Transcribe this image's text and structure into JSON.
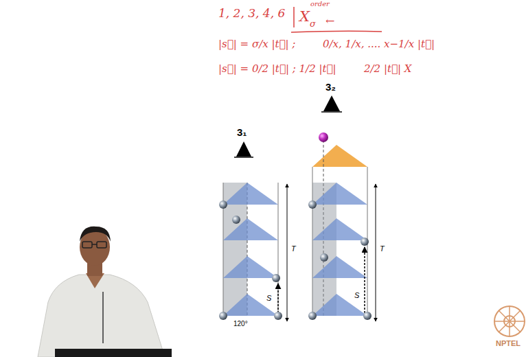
{
  "diagram": {
    "labels": [
      "1, 2, 3, 4, 6",
      "X",
      "order",
      "σ",
      "←",
      "|s⃗| = σ/x |t⃗| ;",
      "0/x, 1/x, .... x−1/x |t⃗|",
      "|s⃗| = 0/2 |t⃗| ; 1/2 |t⃗|",
      "2/2 |t⃗| X",
      "3₁",
      "3₂",
      "120°",
      "T",
      "S",
      "T",
      "S",
      "NPTEL"
    ]
  }
}
